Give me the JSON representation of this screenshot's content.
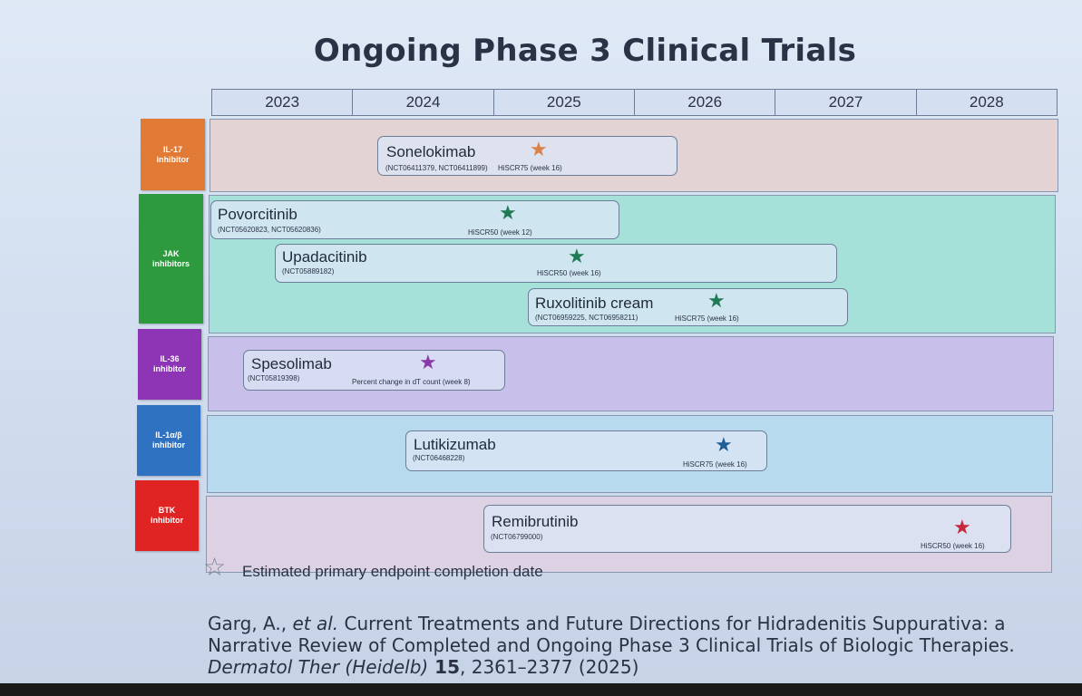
{
  "title": "Ongoing Phase 3 Clinical Trials",
  "years": [
    "2023",
    "2024",
    "2025",
    "2026",
    "2027",
    "2028"
  ],
  "categories": [
    {
      "label_1": "IL-17",
      "label_2": "inhibitor",
      "color": "#e07a35"
    },
    {
      "label_1": "JAK",
      "label_2": "inhibitors",
      "color": "#2e9a3e"
    },
    {
      "label_1": "IL-36",
      "label_2": "inhibitor",
      "color": "#8e35b5"
    },
    {
      "label_1": "IL-1α/β",
      "label_2": "inhibitor",
      "color": "#2f72c2"
    },
    {
      "label_1": "BTK",
      "label_2": "inhibitor",
      "color": "#e02424"
    }
  ],
  "row_colors": [
    "#e3d3d5",
    "#a6e1d9",
    "#c8bfeb",
    "#b7daee",
    "#dcd2e4"
  ],
  "trials": [
    {
      "name": "Sonelokimab",
      "nct": "(NCT06411379, NCT06411899)",
      "endpoint": "HiSCR75 (week 16)",
      "star_color": "#d9824a"
    },
    {
      "name": "Povorcitinib",
      "nct": "(NCT05620823, NCT05620836)",
      "endpoint": "HiSCR50 (week 12)",
      "star_color": "#1f7a56"
    },
    {
      "name": "Upadacitinib",
      "nct": "(NCT05889182)",
      "endpoint": "HiSCR50 (week 16)",
      "star_color": "#1f7a56"
    },
    {
      "name": "Ruxolitinib cream",
      "nct": "(NCT06959225, NCT06958211)",
      "endpoint": "HiSCR75 (week 16)",
      "star_color": "#1f7a56"
    },
    {
      "name": "Spesolimab",
      "nct": "(NCT05819398)",
      "endpoint": "Percent change in dT count (week 8)",
      "star_color": "#8a3aa8"
    },
    {
      "name": "Lutikizumab",
      "nct": "(NCT06468228)",
      "endpoint": "HiSCR75 (week 16)",
      "star_color": "#1f5f96"
    },
    {
      "name": "Remibrutinib",
      "nct": "(NCT06799000)",
      "endpoint": "HiSCR50 (week 16)",
      "star_color": "#c6283a"
    }
  ],
  "legend": {
    "text": "Estimated primary endpoint completion date",
    "icon": "star-icon"
  },
  "citation": {
    "authors": "Garg, A., ",
    "etal": "et al.",
    "text_1": " Current Treatments and Future Directions for Hidradenitis Suppurativa: a Narrative Review of Completed and Ongoing Phase 3 Clinical Trials of Biologic Therapies. ",
    "journal": "Dermatol Ther (Heidelb)",
    "volume": " 15",
    "pages": ", 2361–2377 (2025)"
  }
}
